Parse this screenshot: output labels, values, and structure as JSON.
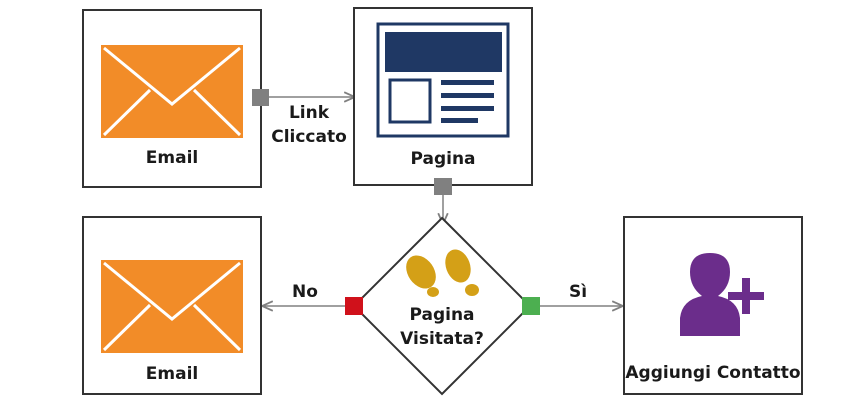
{
  "nodes": {
    "email_top": {
      "label": "Email",
      "icon": "envelope-icon"
    },
    "page": {
      "label": "Pagina",
      "icon": "webpage-icon"
    },
    "decision": {
      "label_line1": "Pagina",
      "label_line2": "Visitata?",
      "icon": "footprints-icon"
    },
    "email_bottom": {
      "label": "Email",
      "icon": "envelope-icon"
    },
    "add_contact": {
      "label": "Aggiungi Contatto",
      "icon": "add-user-icon"
    }
  },
  "edges": {
    "link_clicked_line1": "Link",
    "link_clicked_line2": "Cliccato",
    "no": "No",
    "yes": "Sì"
  },
  "colors": {
    "orange": "#F28C28",
    "navy": "#1F3864",
    "gold": "#D4A017",
    "purple": "#6B2D8B",
    "red": "#D0111B",
    "green": "#4CAF50",
    "connector": "#808080"
  }
}
